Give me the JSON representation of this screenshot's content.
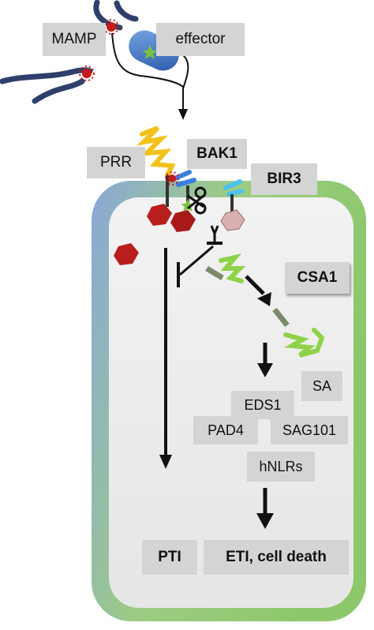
{
  "labels": {
    "mamp": "MAMP",
    "effector": "effector",
    "prr": "PRR",
    "bak1": "BAK1",
    "bir3": "BIR3",
    "csa1": "CSA1",
    "sa": "SA",
    "eds1": "EDS1",
    "pad4": "PAD4",
    "sag101": "SAG101",
    "hnlrs": "hNLRs",
    "pti": "PTI",
    "eti": "ETI, cell death"
  },
  "colors": {
    "bacterium": "#2e3f6b",
    "effector_body": "#3f78c8",
    "effector_star": "#7ec23c",
    "mamp_dot": "#c81818",
    "prr": "#f2c21a",
    "bak1": "#3c7fe0",
    "bir3": "#4cc2ee",
    "csa1": "#8fd24a",
    "csa1_stalk": "#7a8a6a",
    "hexagon_red": "#b81e1e",
    "hexagon_pale": "#d8b0b0",
    "cell_wall_green": "#8cc86a",
    "cell_wall_blue": "#8aa8d8",
    "cytoplasm": "#eeeeee",
    "label_box": "#d4d4d4"
  },
  "icons": [
    "scissors-icon",
    "inhibition-bar-icon"
  ]
}
